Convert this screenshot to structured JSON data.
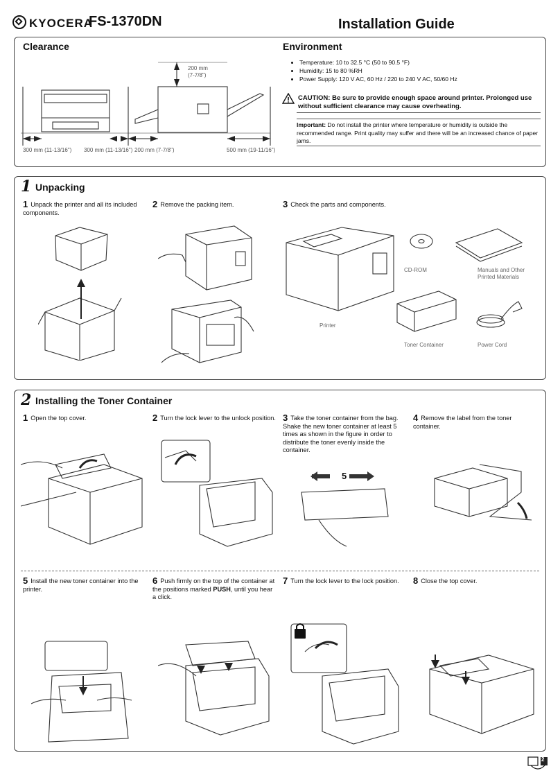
{
  "header": {
    "brand": "KYOCERA",
    "model": "FS-1370DN",
    "guide_title": "Installation Guide"
  },
  "clearance": {
    "title": "Clearance",
    "top_dim": "200 mm",
    "top_dim_in": "(7-7/8\")",
    "dims": [
      "300 mm (11-13/16\")",
      "300 mm (11-13/16\")",
      "200 mm (7-7/8\")",
      "500 mm (19-11/16\")"
    ]
  },
  "environment": {
    "title": "Environment",
    "items": [
      "Temperature: 10 to 32.5 °C (50 to 90.5 °F)",
      "Humidity: 15 to 80 %RH",
      "Power Supply: 120 V AC, 60 Hz / 220 to 240 V AC, 50/60 Hz"
    ],
    "caution": "CAUTION: Be sure to provide enough space around printer. Prolonged use without sufficient clearance may cause overheating.",
    "important_label": "Important:",
    "important_text": "Do not install the printer where temperature or humidity is outside the recommended range. Print quality may suffer and there will be an increased chance of paper jams."
  },
  "unpacking": {
    "number": "1",
    "title": "Unpacking",
    "steps": [
      {
        "num": "1",
        "text": "Unpack the printer and all its included components."
      },
      {
        "num": "2",
        "text": "Remove the packing item."
      },
      {
        "num": "3",
        "text": "Check the parts and components."
      }
    ],
    "parts": [
      "CD-ROM",
      "Manuals and Other Printed Materials",
      "Printer",
      "Toner Container",
      "Power Cord"
    ]
  },
  "toner": {
    "number": "2",
    "title": "Installing the Toner Container",
    "steps": [
      {
        "num": "1",
        "text": "Open the top cover."
      },
      {
        "num": "2",
        "text": "Turn the lock lever to the unlock position."
      },
      {
        "num": "3",
        "text": "Take the toner container from the bag. Shake the new toner container at least 5 times as shown in the figure in order to distribute the toner evenly inside the container."
      },
      {
        "num": "4",
        "text": "Remove the label from the toner container."
      },
      {
        "num": "5",
        "text": "Install the new toner container into the printer."
      },
      {
        "num": "6",
        "text_before": "Push firmly on the top of the container at the positions marked ",
        "text_bold": "PUSH",
        "text_after": ", until you hear a click."
      },
      {
        "num": "7",
        "text": "Turn the lock lever to the lock position."
      },
      {
        "num": "8",
        "text": "Close the top cover."
      }
    ],
    "shake_count": "5"
  },
  "footer": {
    "page_badge": "2"
  }
}
